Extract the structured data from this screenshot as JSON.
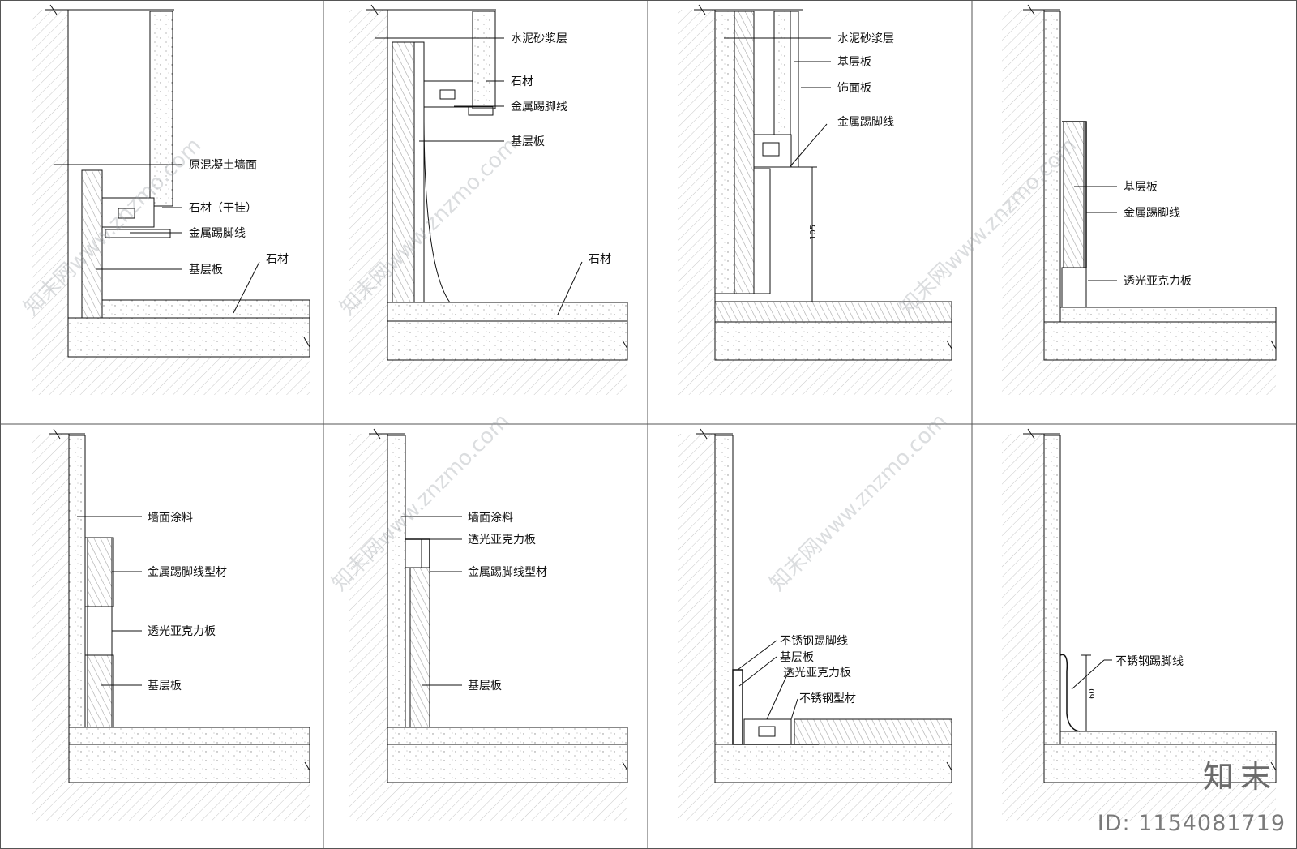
{
  "panels": [
    {
      "id": 1,
      "labels": [
        "原混凝土墙面",
        "石材（干挂）",
        "金属踢脚线",
        "基层板",
        "石材"
      ]
    },
    {
      "id": 2,
      "labels": [
        "水泥砂浆层",
        "石材",
        "金属踢脚线",
        "基层板",
        "石材"
      ]
    },
    {
      "id": 3,
      "labels": [
        "水泥砂浆层",
        "基层板",
        "饰面板",
        "金属踢脚线"
      ],
      "dimension": "105"
    },
    {
      "id": 4,
      "labels": [
        "基层板",
        "金属踢脚线",
        "透光亚克力板"
      ]
    },
    {
      "id": 5,
      "labels": [
        "墙面涂料",
        "金属踢脚线型材",
        "透光亚克力板",
        "基层板"
      ]
    },
    {
      "id": 6,
      "labels": [
        "墙面涂料",
        "透光亚克力板",
        "金属踢脚线型材",
        "基层板"
      ]
    },
    {
      "id": 7,
      "labels": [
        "不锈钢踢脚线",
        "基层板",
        "透光亚克力板",
        "不锈钢型材"
      ]
    },
    {
      "id": 8,
      "labels": [
        "不锈钢踢脚线"
      ],
      "dimension": "60"
    }
  ],
  "watermark": {
    "text": "知末网www.znzmo.com",
    "brand": "知末",
    "id_text": "ID: 1154081719"
  },
  "colors": {
    "line": "#111111",
    "hatch": "#c9c9c9",
    "watermark": "#9aa0a6"
  }
}
